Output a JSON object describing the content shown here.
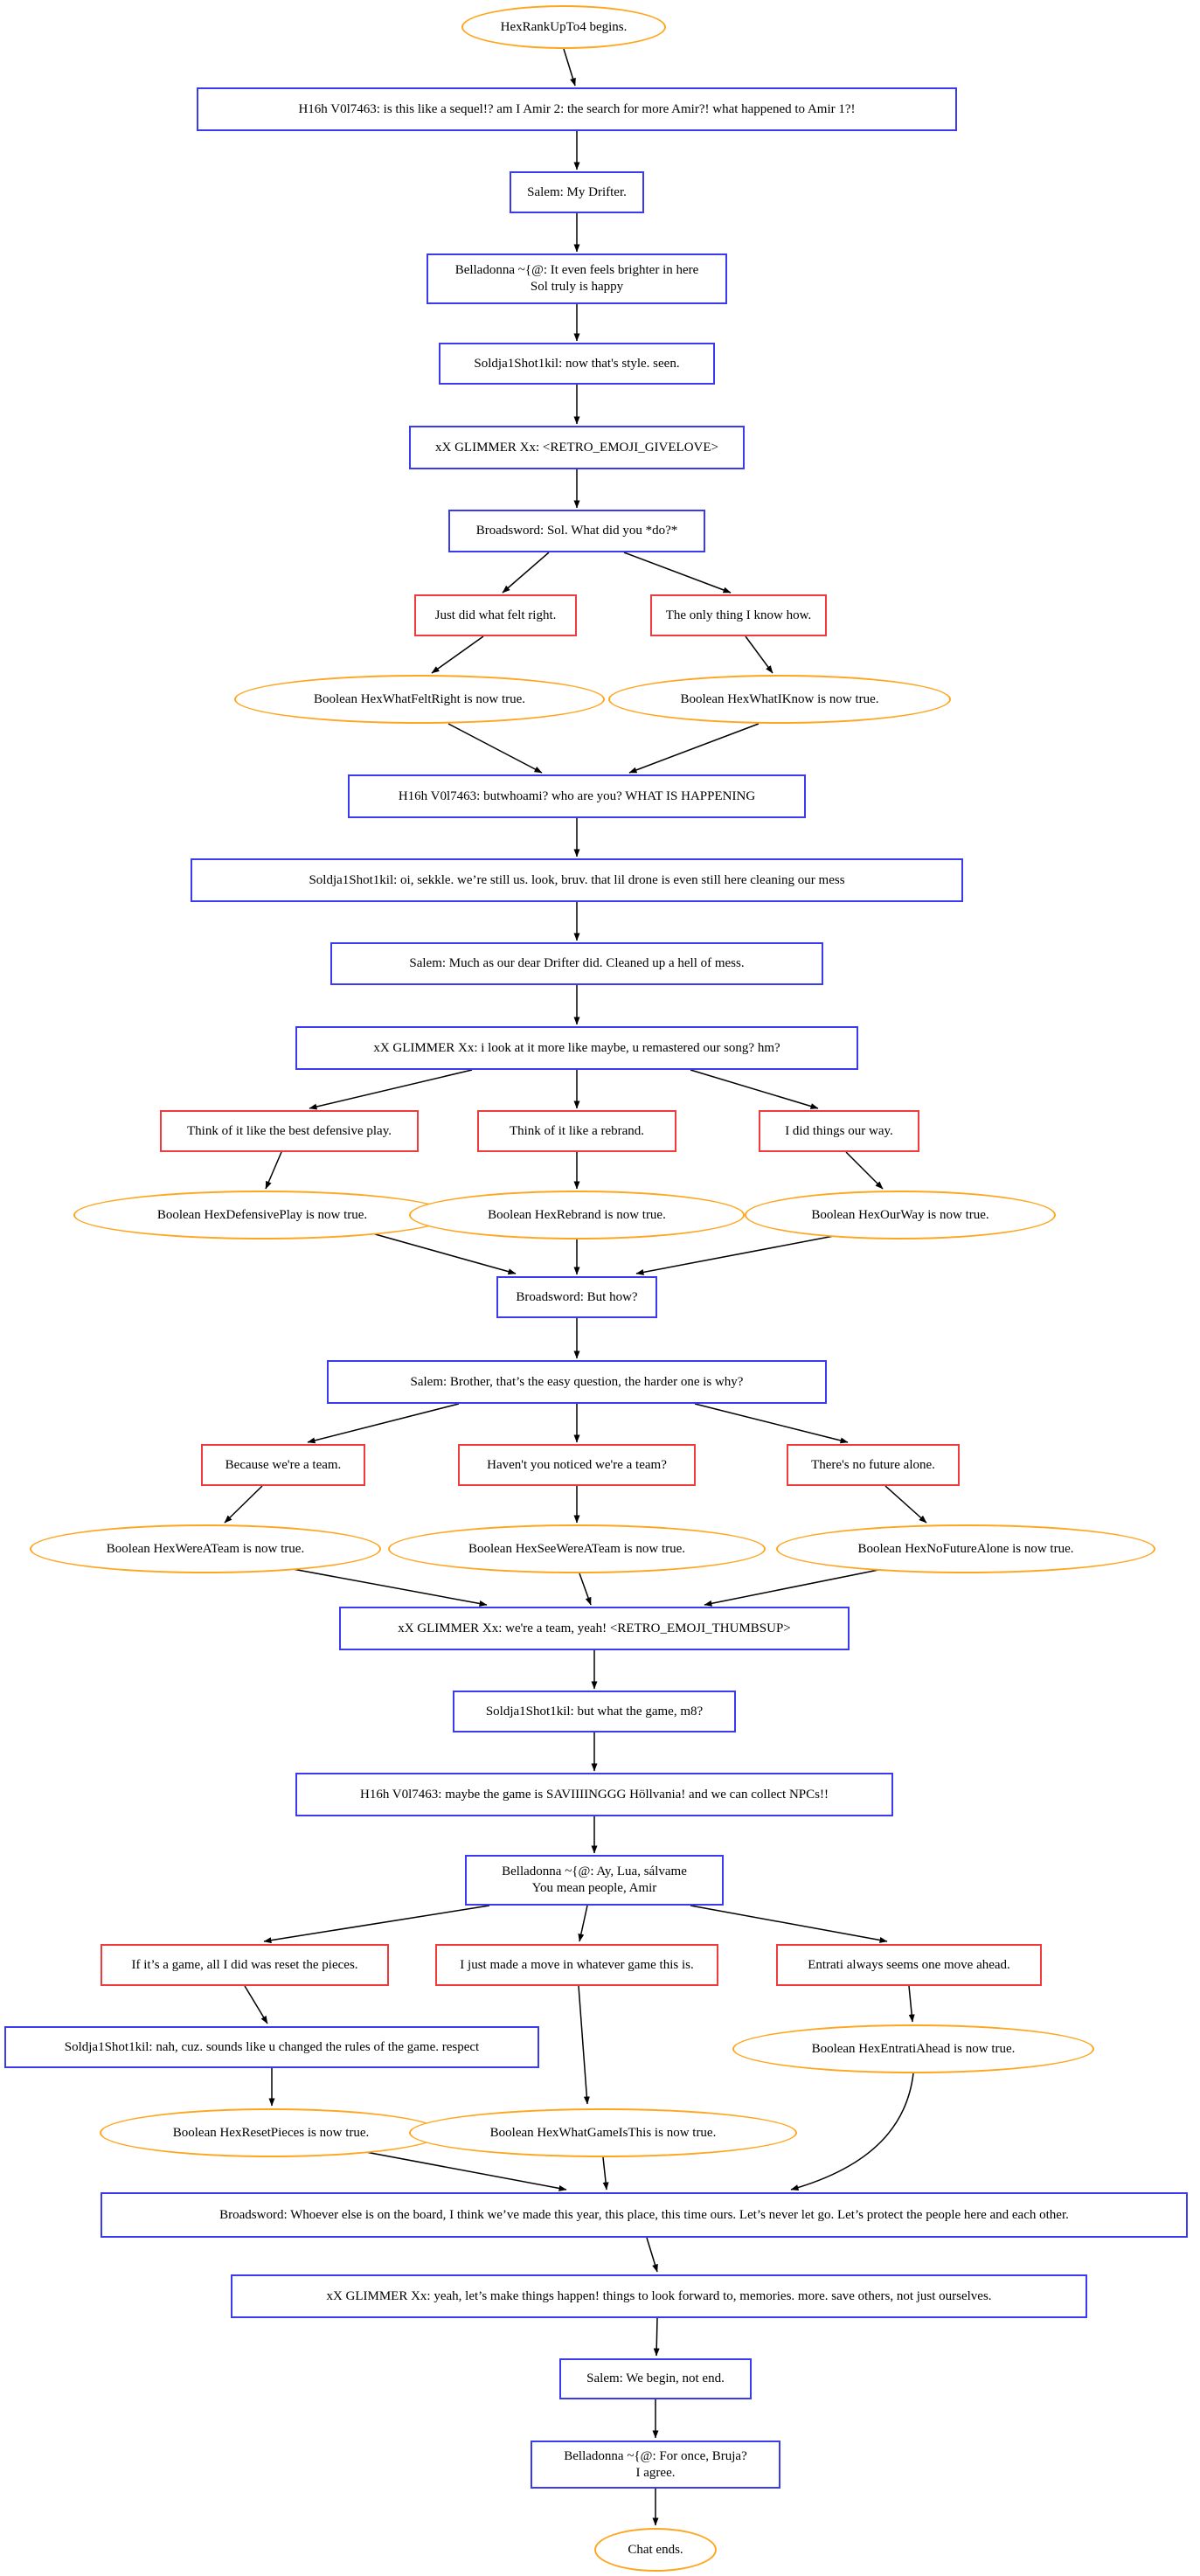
{
  "colors": {
    "dialogue_border": "#3a3aee",
    "choice_border": "#ee3b3b",
    "flag_border": "#ffa51e",
    "edge": "#000000",
    "background": "#ffffff"
  },
  "nodes": [
    {
      "kind": "start",
      "text": "HexRankUpTo4 begins."
    },
    {
      "kind": "dialogue",
      "text": "H16h V0l7463: is this like a sequel!? am I Amir 2: the search for more Amir?! what happened to Amir 1?!"
    },
    {
      "kind": "dialogue",
      "text": "Salem: My Drifter."
    },
    {
      "kind": "dialogue",
      "text": "Belladonna ~{@: It even feels brighter in here\nSol truly is happy"
    },
    {
      "kind": "dialogue",
      "text": "Soldja1Shot1kil: now that's style. seen."
    },
    {
      "kind": "dialogue",
      "text": "xX GLIMMER Xx: <RETRO_EMOJI_GIVELOVE>"
    },
    {
      "kind": "dialogue",
      "text": "Broadsword: Sol. What did you *do?*"
    },
    {
      "kind": "choice",
      "text": "Just did what felt right."
    },
    {
      "kind": "choice",
      "text": "The only thing I know how."
    },
    {
      "kind": "flag",
      "text": "Boolean HexWhatFeltRight is now true."
    },
    {
      "kind": "flag",
      "text": "Boolean HexWhatIKnow is now true."
    },
    {
      "kind": "dialogue",
      "text": "H16h V0l7463: butwhoami? who are you? WHAT IS HAPPENING"
    },
    {
      "kind": "dialogue",
      "text": "Soldja1Shot1kil: oi, sekkle. we’re still us. look, bruv. that lil drone is even still here cleaning our mess"
    },
    {
      "kind": "dialogue",
      "text": "Salem: Much as our dear Drifter did. Cleaned up a hell of mess."
    },
    {
      "kind": "dialogue",
      "text": "xX GLIMMER Xx: i look at it more like maybe, u remastered our song? hm?"
    },
    {
      "kind": "choice",
      "text": "Think of it like the best defensive play."
    },
    {
      "kind": "choice",
      "text": "Think of it like a rebrand."
    },
    {
      "kind": "choice",
      "text": "I did things our way."
    },
    {
      "kind": "flag",
      "text": "Boolean HexDefensivePlay is now true."
    },
    {
      "kind": "flag",
      "text": "Boolean HexRebrand is now true."
    },
    {
      "kind": "flag",
      "text": "Boolean HexOurWay is now true."
    },
    {
      "kind": "dialogue",
      "text": "Broadsword: But how?"
    },
    {
      "kind": "dialogue",
      "text": "Salem: Brother, that’s the easy question, the harder one is why?"
    },
    {
      "kind": "choice",
      "text": "Because we're a team."
    },
    {
      "kind": "choice",
      "text": "Haven't you noticed we're a team?"
    },
    {
      "kind": "choice",
      "text": "There's no future alone."
    },
    {
      "kind": "flag",
      "text": "Boolean HexWereATeam is now true."
    },
    {
      "kind": "flag",
      "text": "Boolean HexSeeWereATeam is now true."
    },
    {
      "kind": "flag",
      "text": "Boolean HexNoFutureAlone is now true."
    },
    {
      "kind": "dialogue",
      "text": "xX GLIMMER Xx: we're a team, yeah! <RETRO_EMOJI_THUMBSUP>"
    },
    {
      "kind": "dialogue",
      "text": "Soldja1Shot1kil: but what the game, m8?"
    },
    {
      "kind": "dialogue",
      "text": "H16h V0l7463: maybe the game is SAVIIIINGGG Höllvania! and we can collect NPCs!!"
    },
    {
      "kind": "dialogue",
      "text": "Belladonna ~{@: Ay, Lua, sálvame\nYou mean people, Amir"
    },
    {
      "kind": "choice",
      "text": "If it’s a game, all I did was reset the pieces."
    },
    {
      "kind": "choice",
      "text": "I just made a move in whatever game this is."
    },
    {
      "kind": "choice",
      "text": "Entrati always seems one move ahead."
    },
    {
      "kind": "dialogue",
      "text": "Soldja1Shot1kil: nah, cuz. sounds like u changed the rules of the game. respect"
    },
    {
      "kind": "flag",
      "text": "Boolean HexEntratiAhead is now true."
    },
    {
      "kind": "flag",
      "text": "Boolean HexResetPieces is now true."
    },
    {
      "kind": "flag",
      "text": "Boolean HexWhatGameIsThis is now true."
    },
    {
      "kind": "dialogue",
      "text": "Broadsword: Whoever else is on the board, I think we’ve made this year, this place, this time ours. Let’s never let go. Let’s protect the people here and each other."
    },
    {
      "kind": "dialogue",
      "text": "xX GLIMMER Xx: yeah, let’s make things happen! things to look forward to, memories. more. save others, not just ourselves."
    },
    {
      "kind": "dialogue",
      "text": "Salem: We begin, not end."
    },
    {
      "kind": "dialogue",
      "text": "Belladonna ~{@: For once, Bruja?\nI agree."
    },
    {
      "kind": "end",
      "text": "Chat ends."
    }
  ]
}
